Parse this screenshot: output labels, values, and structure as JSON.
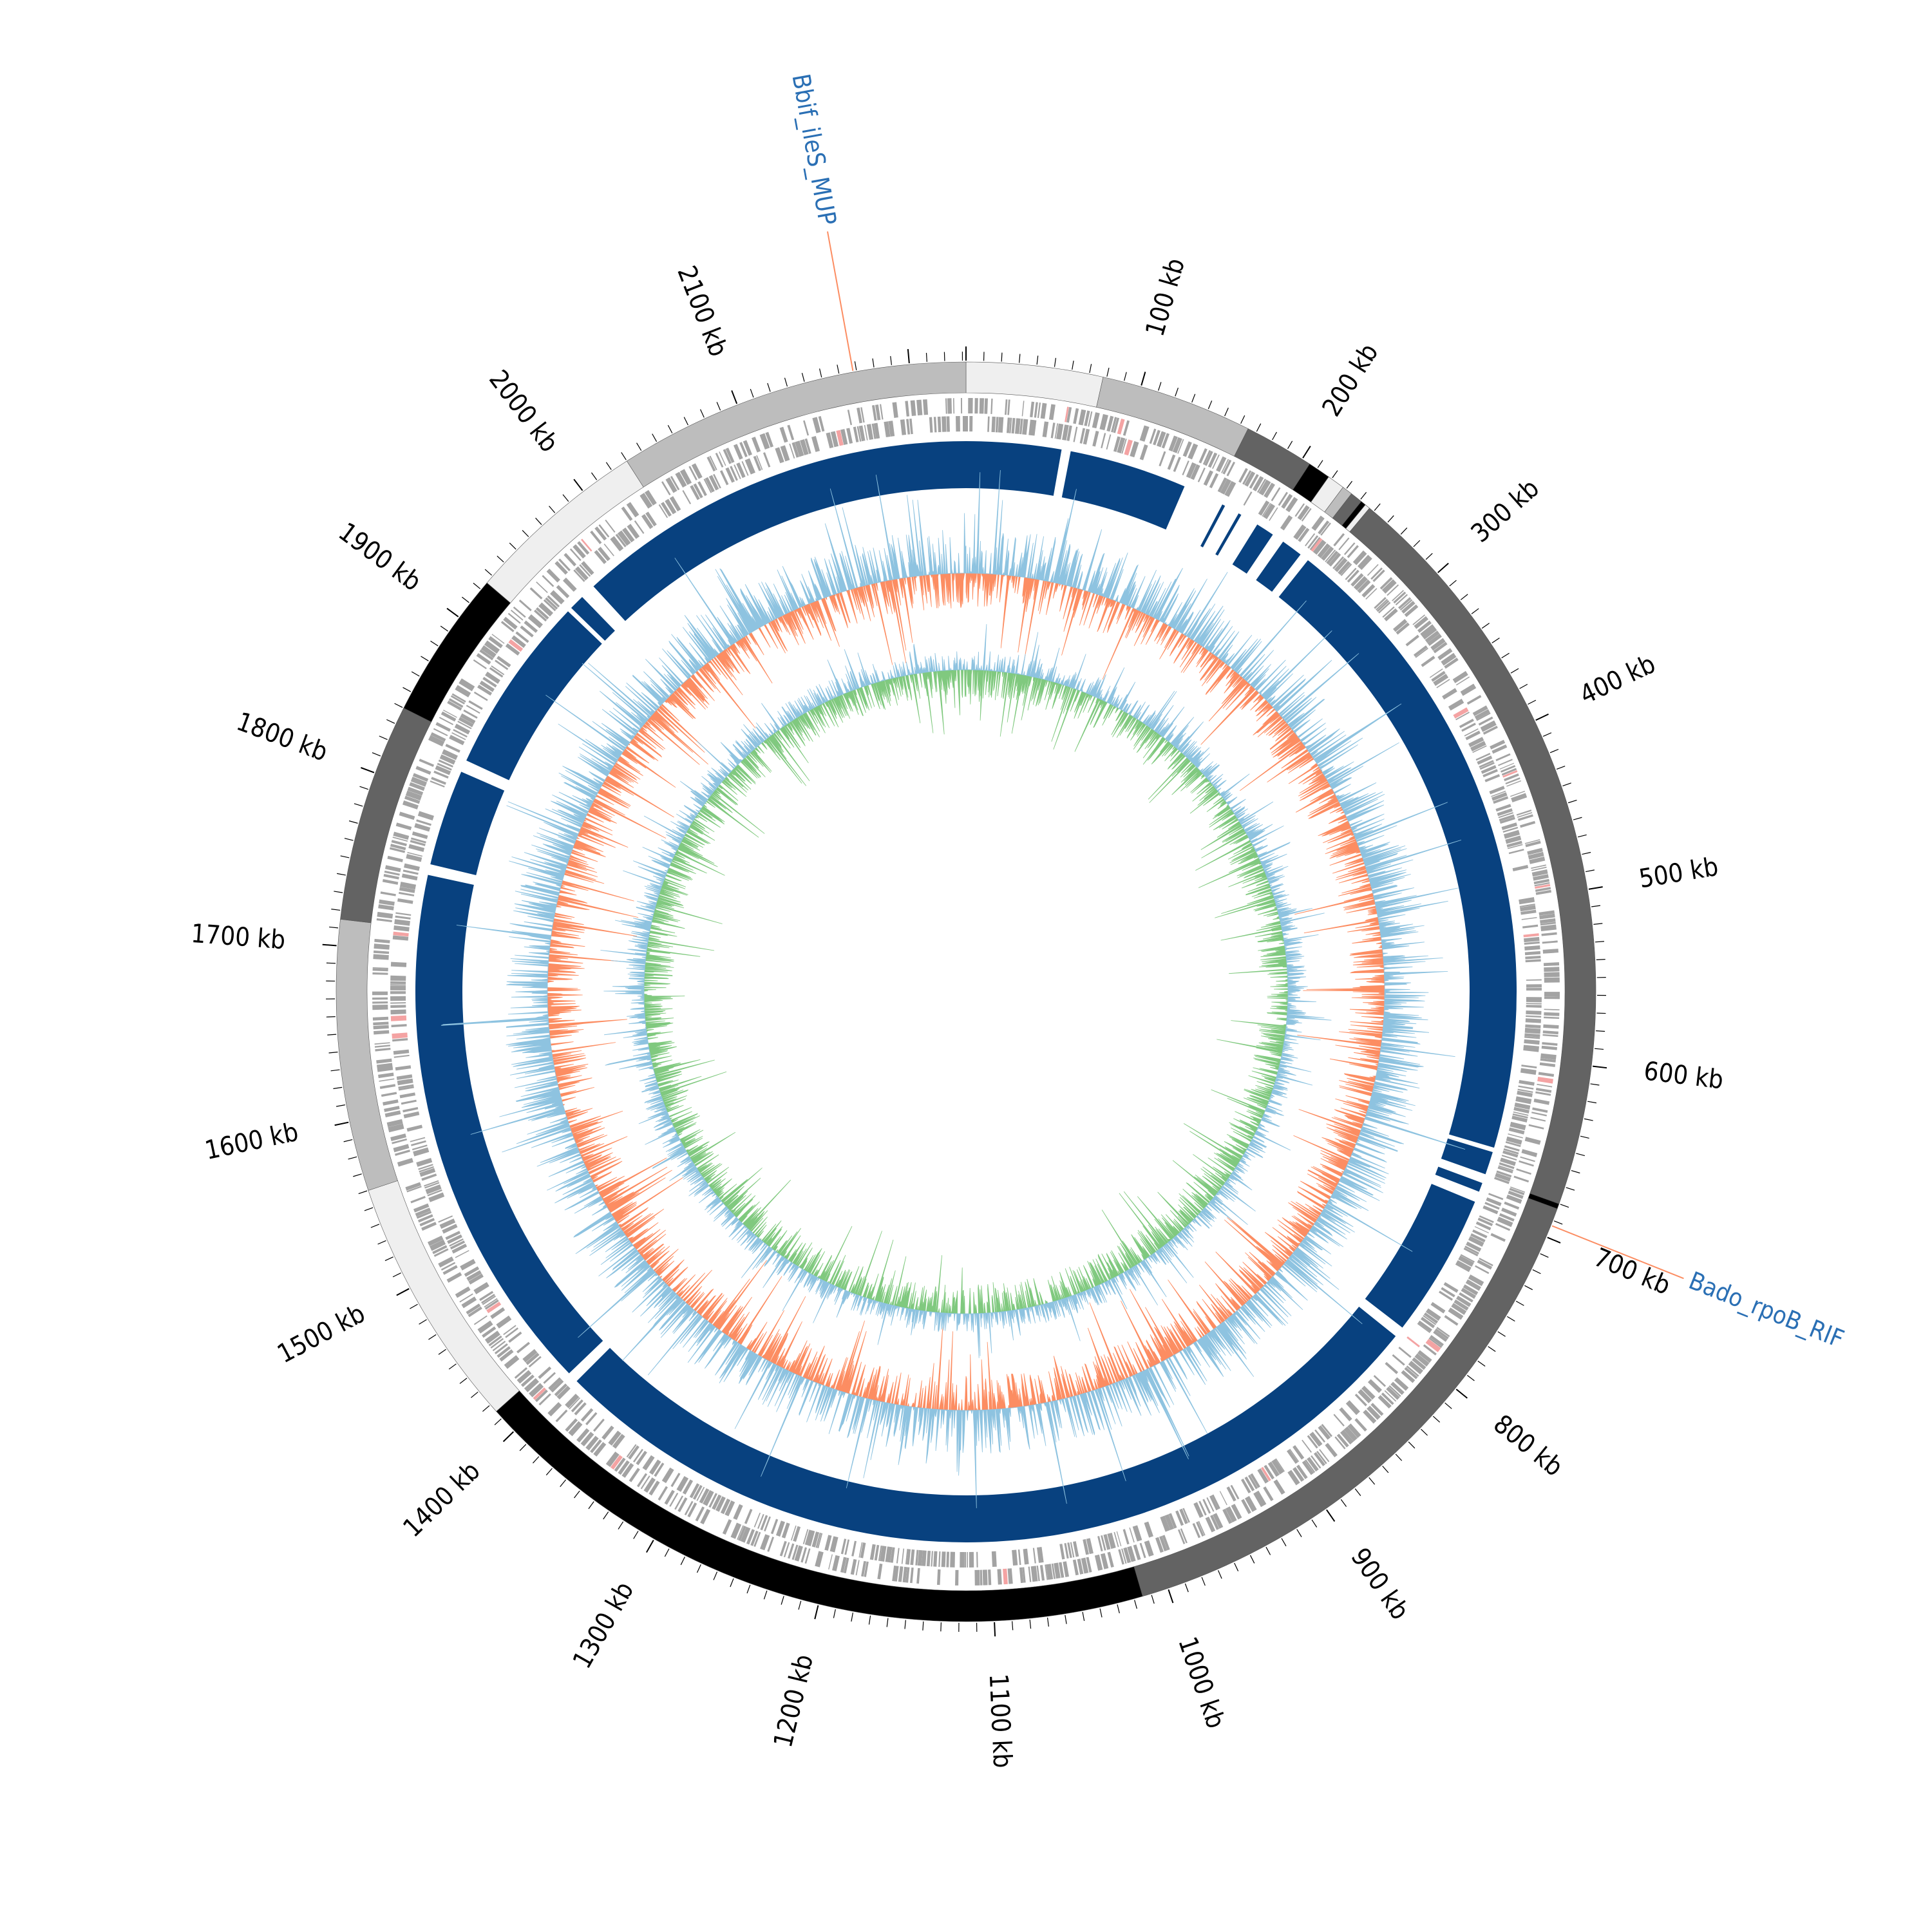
{
  "genome": {
    "length_kb": 2232,
    "tick_unit": "kb",
    "major_tick_labels": [
      "100 kb",
      "200 kb",
      "300 kb",
      "400 kb",
      "500 kb",
      "600 kb",
      "700 kb",
      "800 kb",
      "900 kb",
      "1000 kb",
      "1100 kb",
      "1200 kb",
      "1300 kb",
      "1400 kb",
      "1500 kb",
      "1600 kb",
      "1700 kb",
      "1800 kb",
      "1900 kb",
      "2000 kb",
      "2100 kb"
    ]
  },
  "contigs": [
    {
      "start": 0,
      "end": 78,
      "color": "#efefef"
    },
    {
      "start": 78,
      "end": 165,
      "color": "#bdbdbd"
    },
    {
      "start": 165,
      "end": 205,
      "color": "#636363"
    },
    {
      "start": 205,
      "end": 218,
      "color": "#000000"
    },
    {
      "start": 218,
      "end": 228,
      "color": "#efefef"
    },
    {
      "start": 228,
      "end": 234,
      "color": "#bdbdbd"
    },
    {
      "start": 234,
      "end": 241,
      "color": "#636363"
    },
    {
      "start": 241,
      "end": 244,
      "color": "#000000"
    },
    {
      "start": 244,
      "end": 247,
      "color": "#efefef"
    },
    {
      "start": 247,
      "end": 680,
      "color": "#636363"
    },
    {
      "start": 680,
      "end": 683,
      "color": "#000000"
    },
    {
      "start": 683,
      "end": 1015,
      "color": "#636363"
    },
    {
      "start": 1015,
      "end": 1415,
      "color": "#000000"
    },
    {
      "start": 1415,
      "end": 1560,
      "color": "#efefef"
    },
    {
      "start": 1560,
      "end": 1715,
      "color": "#bdbdbd"
    },
    {
      "start": 1715,
      "end": 1840,
      "color": "#636363"
    },
    {
      "start": 1840,
      "end": 1925,
      "color": "#000000"
    },
    {
      "start": 1925,
      "end": 2030,
      "color": "#efefef"
    },
    {
      "start": 2030,
      "end": 2232,
      "color": "#bdbdbd"
    }
  ],
  "alignment_blocks": [
    {
      "start": 0,
      "end": 62
    },
    {
      "start": 68,
      "end": 145
    },
    {
      "start": 172,
      "end": 174
    },
    {
      "start": 184,
      "end": 186
    },
    {
      "start": 198,
      "end": 210
    },
    {
      "start": 218,
      "end": 232
    },
    {
      "start": 238,
      "end": 660
    },
    {
      "start": 663,
      "end": 678
    },
    {
      "start": 684,
      "end": 690
    },
    {
      "start": 697,
      "end": 791
    },
    {
      "start": 798,
      "end": 1395
    },
    {
      "start": 1402,
      "end": 1750
    },
    {
      "start": 1757,
      "end": 1820
    },
    {
      "start": 1828,
      "end": 1945
    },
    {
      "start": 1948,
      "end": 1958
    },
    {
      "start": 1968,
      "end": 2232
    }
  ],
  "annotations": [
    {
      "label": "Bbif_ileS_MUP",
      "position_kb": 2168,
      "color": "#2a6fb4",
      "line_color": "#fc8d62"
    },
    {
      "label": "Bado_rpoB_RIF",
      "position_kb": 693,
      "color": "#2a6fb4",
      "line_color": "#fc8d62"
    }
  ],
  "colors": {
    "gene_track": "#a3a3a3",
    "gene_highlight": "#f4a3a3",
    "alignment": "#08417f",
    "gc_positive": "#fc8d62",
    "gc_negative": "#8ec3e0",
    "skew_positive": "#80c97f",
    "skew_negative": "#8ec3e0"
  }
}
